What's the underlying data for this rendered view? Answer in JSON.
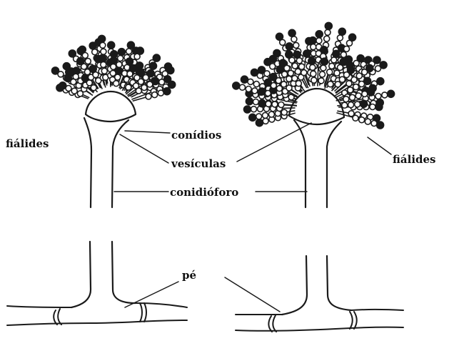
{
  "labels": {
    "fialides_left": "fiálides",
    "fialides_right": "fiálides",
    "conidios": "conídios",
    "vesiculas": "vesículas",
    "conidioforo": "conidióforo",
    "pe": "pé"
  },
  "colors": {
    "ink": "#1a1a1a",
    "background": "#ffffff"
  }
}
